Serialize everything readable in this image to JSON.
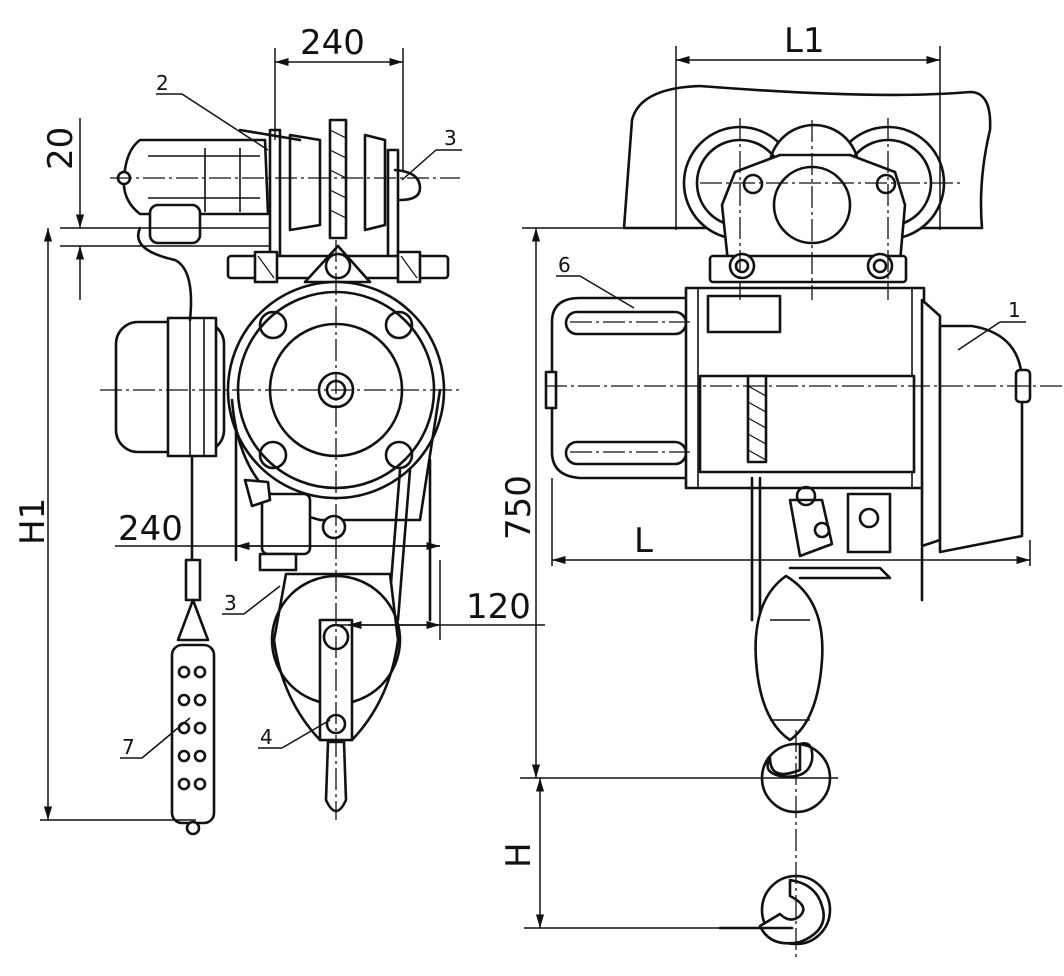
{
  "dimensions": {
    "top_width": "240",
    "gap_20": "20",
    "mid_width": "240",
    "offset_120": "120",
    "height_h1": "H1",
    "rail_span": "L1",
    "length_l": "L",
    "height_750": "750",
    "lift_h": "H"
  },
  "part_labels": {
    "p1": "1",
    "p2": "2",
    "p3_top": "3",
    "p3_bottom": "3",
    "p4": "4",
    "p6": "6",
    "p7": "7"
  },
  "colors": {
    "line": "#111111",
    "paper": "#ffffff"
  }
}
